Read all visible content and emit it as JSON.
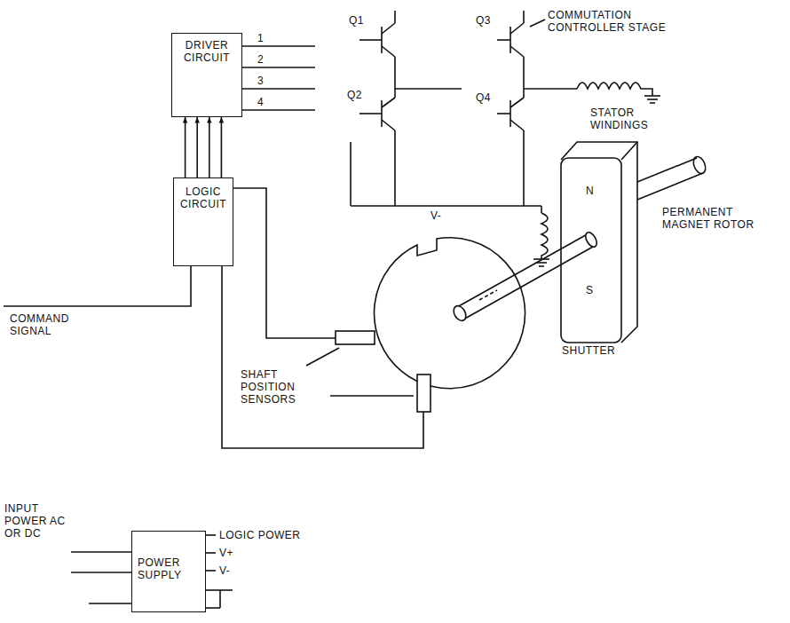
{
  "diagram": {
    "nodes": [
      {
        "text": [
          "DRIVER CIRCUIT"
        ]
      },
      {
        "text": [
          "LOGIC CIRCUIT"
        ]
      },
      {
        "text": [
          "POWER SUPPLY"
        ]
      }
    ],
    "edges": [
      {
        "from": 1,
        "to": 0,
        "arrow": "to"
      },
      {
        "from": 1,
        "to": 0,
        "arrow": "to"
      },
      {
        "from": 1,
        "to": 0,
        "arrow": "to"
      },
      {
        "from": 1,
        "to": 0,
        "arrow": "to"
      }
    ],
    "labels": [
      "1",
      "2",
      "3",
      "4",
      "Q1",
      "Q2",
      "Q3",
      "Q4",
      "COMMUTATION CONTROLLER STAGE",
      "STATOR WINDINGS",
      "V-",
      "N",
      "S",
      "PERMANENT MAGNET ROTOR",
      "SHUTTER",
      "SHAFT POSITION SENSORS",
      "COMMAND SIGNAL",
      "LOGIC POWER",
      "V+",
      "V-",
      "INPUT POWER AC OR DC"
    ]
  }
}
